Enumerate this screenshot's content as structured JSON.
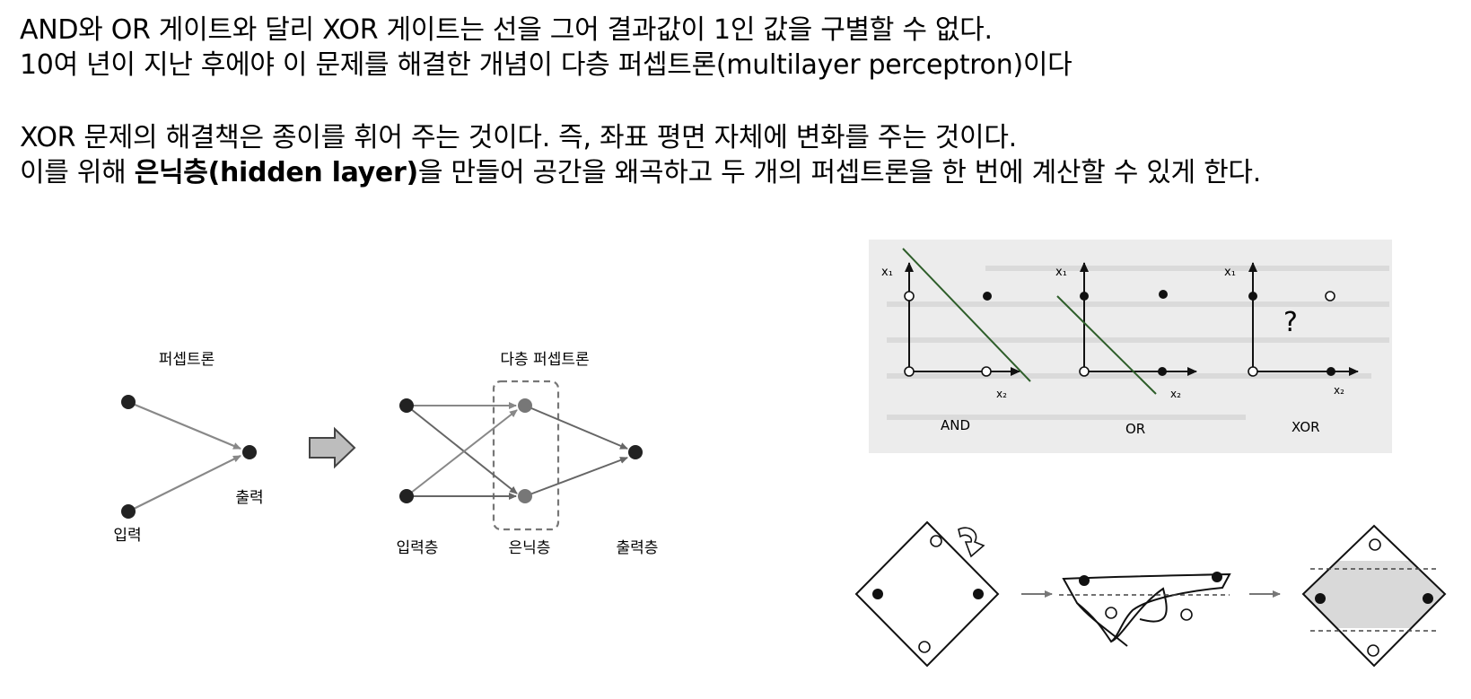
{
  "text": {
    "line1": "AND와 OR 게이트와 달리 XOR 게이트는 선을 그어 결과값이 1인 값을 구별할 수 없다.",
    "line2": "10여 년이 지난 후에야 이 문제를 해결한 개념이 다층 퍼셉트론(multilayer perceptron)이다",
    "line3": "XOR 문제의 해결책은 종이를 휘어 주는 것이다. 즉, 좌표 평면 자체에 변화를 주는 것이다.",
    "line4_pre": "이를 위해 ",
    "line4_bold": "은닉층(hidden layer)",
    "line4_post": "을 만들어 공간을 왜곡하고 두 개의 퍼셉트론을 한 번에 계산할 수 있게 한다."
  },
  "perceptron_diagram": {
    "single_title": "퍼셉트론",
    "input_label": "입력",
    "output_label": "출력",
    "multi_title": "다층 퍼셉트론",
    "input_layer_label": "입력층",
    "hidden_layer_label": "은닉층",
    "output_layer_label": "출력층",
    "arrow_icon": "right-arrow-icon"
  },
  "gate_plots": {
    "and_label": "AND",
    "or_label": "OR",
    "xor_label": "XOR",
    "x1_label": "x₁",
    "x2_label": "x₂",
    "question_mark": "?"
  },
  "colors": {
    "separator_line": "#2e5e2a",
    "paper_bg": "#ececec",
    "node_gray": "#777777",
    "shaded_region": "#d9d9d9"
  }
}
